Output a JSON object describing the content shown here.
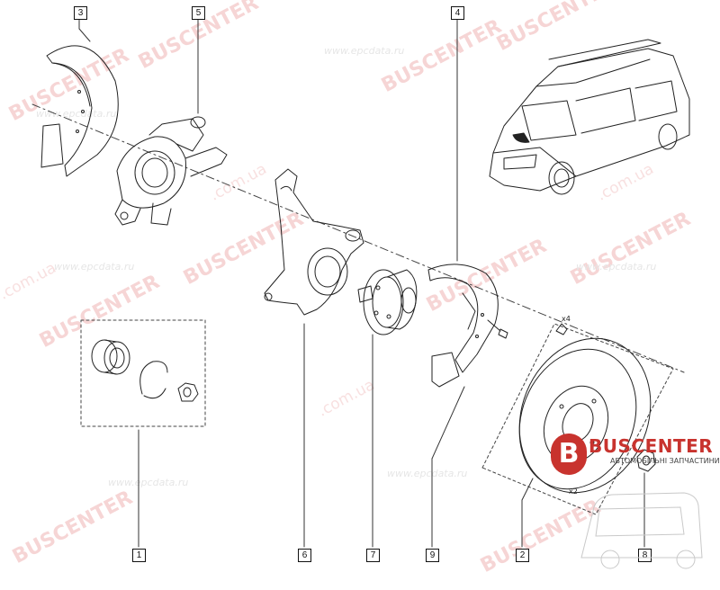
{
  "callouts": {
    "c1": "1",
    "c2": "2",
    "c3": "3",
    "c4": "4",
    "c5": "5",
    "c6": "6",
    "c7": "7",
    "c8": "8",
    "c9": "9"
  },
  "quantity_labels": {
    "bolts": "x4",
    "nuts": "x2"
  },
  "watermarks": {
    "brand": "BUSCENTER",
    "domain": ".com.ua",
    "site": "www.epcdata.ru"
  },
  "logo": {
    "letter": "B",
    "name": "BUSCENTER",
    "tagline": "АВТОМОБІЛЬНІ ЗАПЧАСТИНИ"
  },
  "colors": {
    "line": "#222222",
    "watermark": "#f4c7c7",
    "brand": "#c8332e"
  }
}
